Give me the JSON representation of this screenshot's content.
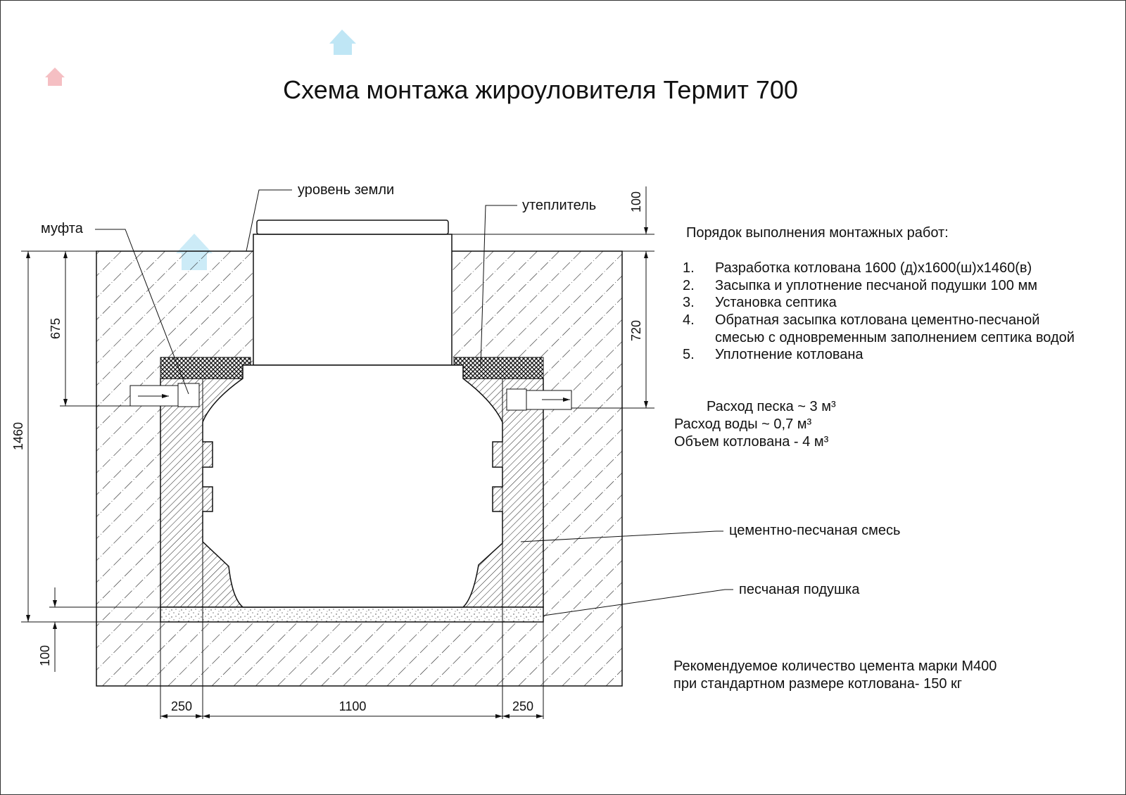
{
  "title": "Схема монтажа жироуловителя Термит 700",
  "labels": {
    "ground_level": "уровень земли",
    "insulation": "утеплитель",
    "coupling": "муфта",
    "cement_sand_mix": "цементно-песчаная смесь",
    "sand_cushion": "песчаная подушка"
  },
  "dimensions": {
    "total_depth": "1460",
    "inlet_depth": "675",
    "outlet_depth": "720",
    "lid_above_ground": "100",
    "sand_cushion": "100",
    "left_gap": "250",
    "tank_width": "1100",
    "right_gap": "250"
  },
  "procedure": {
    "heading": "Порядок выполнения монтажных работ:",
    "steps": [
      {
        "num": "1.",
        "lines": [
          "Разработка котлована 1600 (д)x1600(ш)x1460(в)"
        ]
      },
      {
        "num": "2.",
        "lines": [
          "Засыпка и уплотнение песчаной подушки 100 мм"
        ]
      },
      {
        "num": "3.",
        "lines": [
          "Установка септика"
        ]
      },
      {
        "num": "4.",
        "lines": [
          "Обратная засыпка котлована цементно-песчаной",
          "смесью с одновременным заполнением септика водой"
        ]
      },
      {
        "num": "5.",
        "lines": [
          "Уплотнение котлована"
        ]
      }
    ]
  },
  "consumption": {
    "sand": "Расход песка ~ 3 м³",
    "water": "Расход воды ~ 0,7 м³",
    "pit_volume": "Объем котлована - 4 м³"
  },
  "cement_note": [
    "Рекомендуемое количество цемента марки М400",
    "при стандартном размере котлована- 150 кг"
  ],
  "colors": {
    "line": "#111111",
    "watermark_pink": "#f4b8bd",
    "watermark_blue": "#bfe6f5"
  }
}
